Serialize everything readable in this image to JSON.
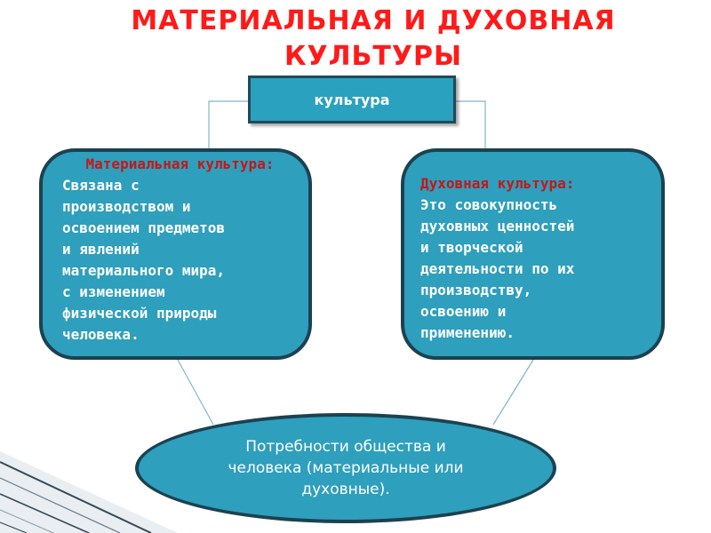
{
  "title": {
    "line1": "МАТЕРИАЛЬНАЯ И ДУХОВНАЯ",
    "line2": "КУЛЬТУРЫ"
  },
  "root": {
    "label": "культура"
  },
  "material": {
    "heading": "Материальная культура:",
    "body": "Связана с\nпроизводством и\nосвоением предметов\nи явлений\nматериального мира,\nс изменением\nфизической природы\nчеловека."
  },
  "spiritual": {
    "heading": "Духовная культура:",
    "body": "Это совокупность\nдуховных ценностей\nи творческой\nдеятельности по их\nпроизводству,\nосвоению и\nприменению."
  },
  "needs": {
    "text": "Потребности общества и\nчеловека (материальные или\nдуховные)."
  },
  "colors": {
    "title": "#ff1a1a",
    "box_fill": "#2e9fbd",
    "box_border": "#1b4250",
    "heading_red": "#c41818"
  }
}
